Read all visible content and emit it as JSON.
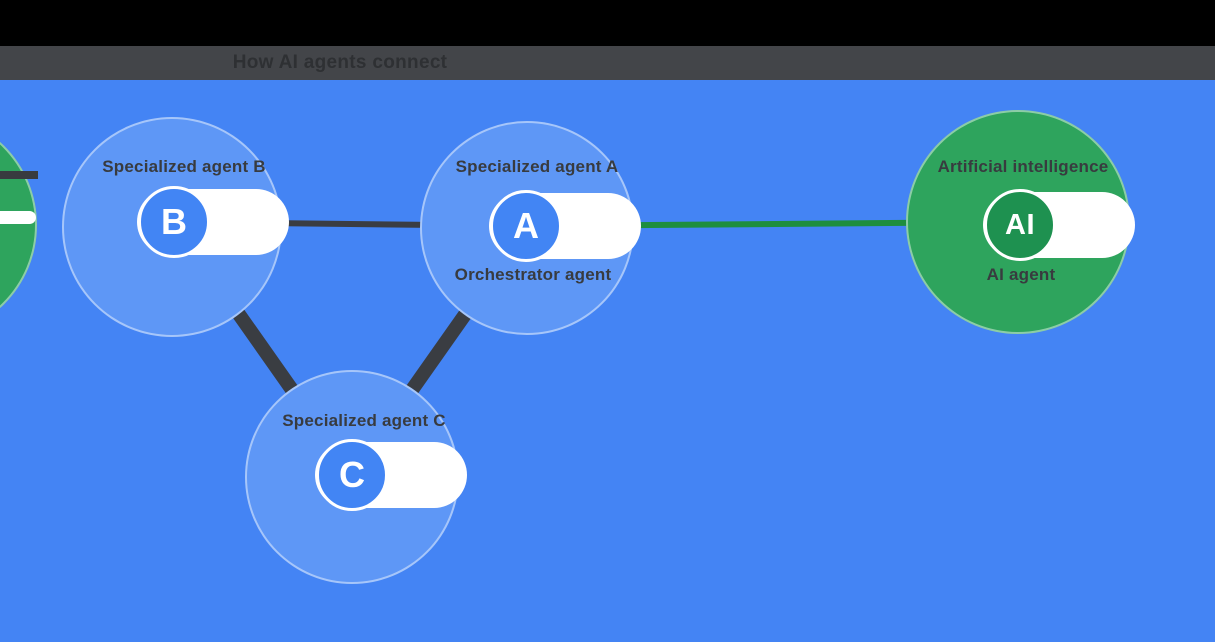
{
  "caption": {
    "title": "How AI agents connect"
  },
  "nodes": [
    {
      "id": "B",
      "letter": "B",
      "label_top": "Specialized agent B"
    },
    {
      "id": "A",
      "letter": "A",
      "label_top": "Specialized agent A",
      "label_bottom": "Orchestrator agent"
    },
    {
      "id": "C",
      "letter": "C",
      "label_top": "Specialized agent C"
    },
    {
      "id": "AI",
      "letter": "AI",
      "label_top": "Artificial intelligence",
      "label_bottom": "AI agent"
    }
  ],
  "connectors": [
    {
      "from": "B",
      "to": "A",
      "style": "dark thin"
    },
    {
      "from": "B",
      "to": "C",
      "style": "dark thick"
    },
    {
      "from": "A",
      "to": "C",
      "style": "dark thick"
    },
    {
      "from": "A",
      "to": "AI",
      "style": "green thin"
    }
  ],
  "offscreen_left_node": {
    "present": true,
    "color": "green",
    "note": "partially cut off at left edge"
  },
  "colors": {
    "letterbox_black": "#000000",
    "caption_bar_gray": "#434549",
    "caption_text": "#2e3033",
    "background_blue": "#4484f4",
    "halo_blue": "#5e97f6",
    "node_blue": "#4285f4",
    "halo_green": "#2ea45d",
    "node_green": "#1e9150",
    "connector_dark": "#3a3d42",
    "connector_green": "#1e8e3e",
    "label_dark": "#383b3f",
    "pill_white": "#ffffff"
  }
}
